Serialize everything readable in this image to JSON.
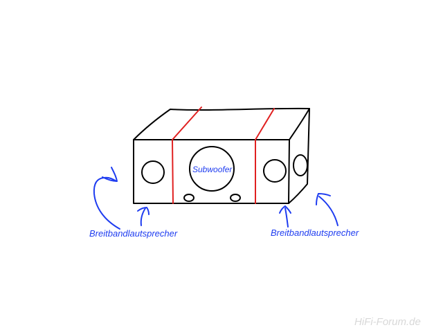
{
  "labels": {
    "subwoofer": "Subwoofer",
    "left_speaker": "Breitbandlautsprecher",
    "right_speaker": "Breitbandlautsprecher"
  },
  "watermark": {
    "text": "HiFi-Forum.de"
  },
  "colors": {
    "outline": "#000000",
    "divider": "#e02020",
    "annotation": "#1e3cf0",
    "watermark": "#d8d8d8",
    "background": "#ffffff"
  }
}
